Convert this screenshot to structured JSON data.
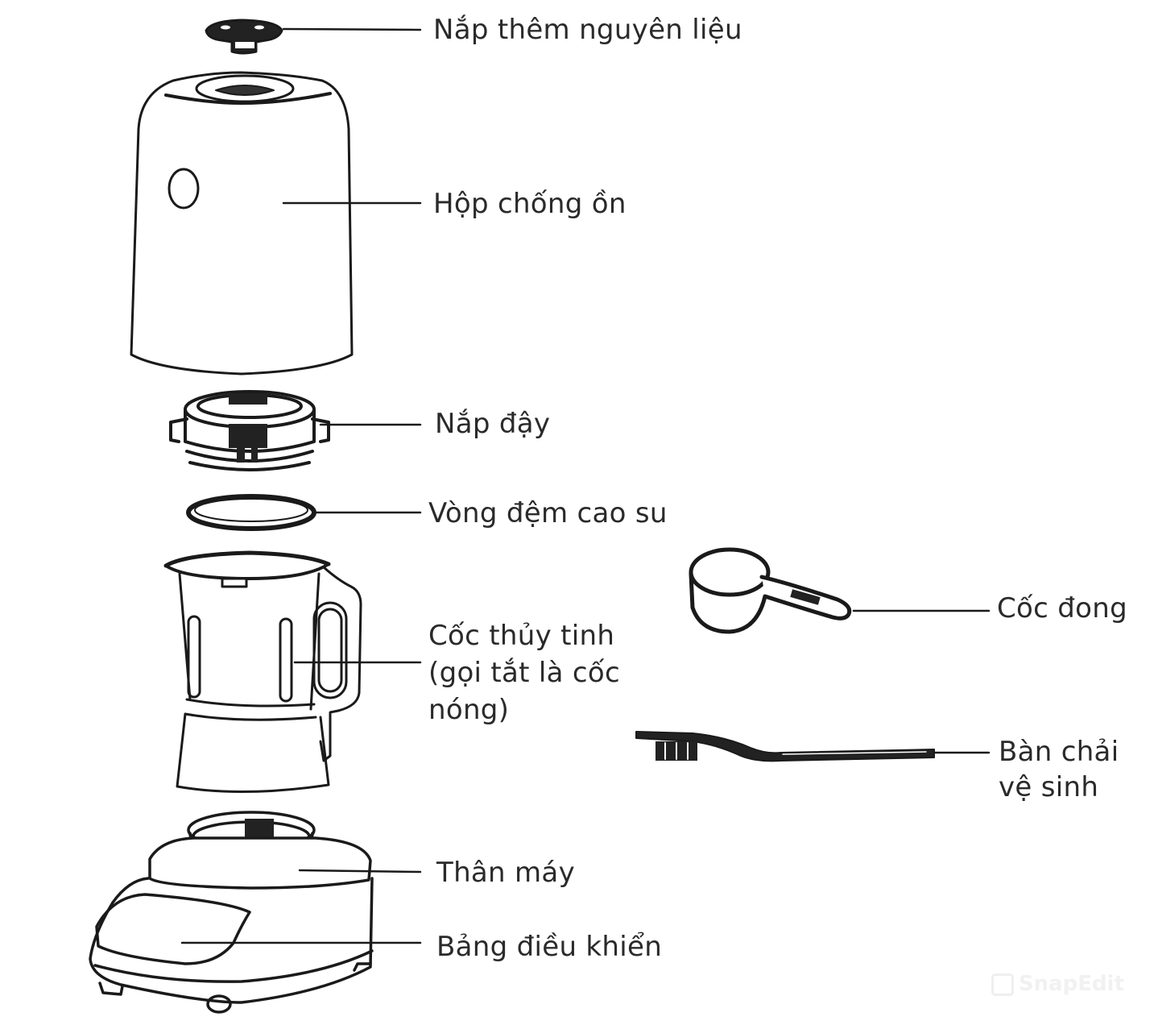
{
  "diagram": {
    "title": "Blender parts diagram",
    "parts": [
      {
        "id": "feed-cap",
        "label": "Nắp thêm nguyên liệu"
      },
      {
        "id": "sound-shield",
        "label": "Hộp chống ồn"
      },
      {
        "id": "lid",
        "label": "Nắp đậy"
      },
      {
        "id": "rubber-gasket",
        "label": "Vòng đệm cao su"
      },
      {
        "id": "glass-jar",
        "label_lines": [
          "Cốc thủy tinh",
          "(gọi tắt là cốc",
          "nóng)"
        ]
      },
      {
        "id": "motor-base",
        "label": "Thân máy"
      },
      {
        "id": "control-panel",
        "label": "Bảng điều khiển"
      },
      {
        "id": "measuring-cup",
        "label": "Cốc đong"
      },
      {
        "id": "cleaning-brush",
        "label_lines": [
          "Bàn chải",
          "vệ sinh"
        ]
      }
    ],
    "colors": {
      "line": "#1a1a1a",
      "text": "#2a2a2a",
      "background": "#ffffff"
    }
  },
  "watermark": {
    "text": "SnapEdit"
  }
}
